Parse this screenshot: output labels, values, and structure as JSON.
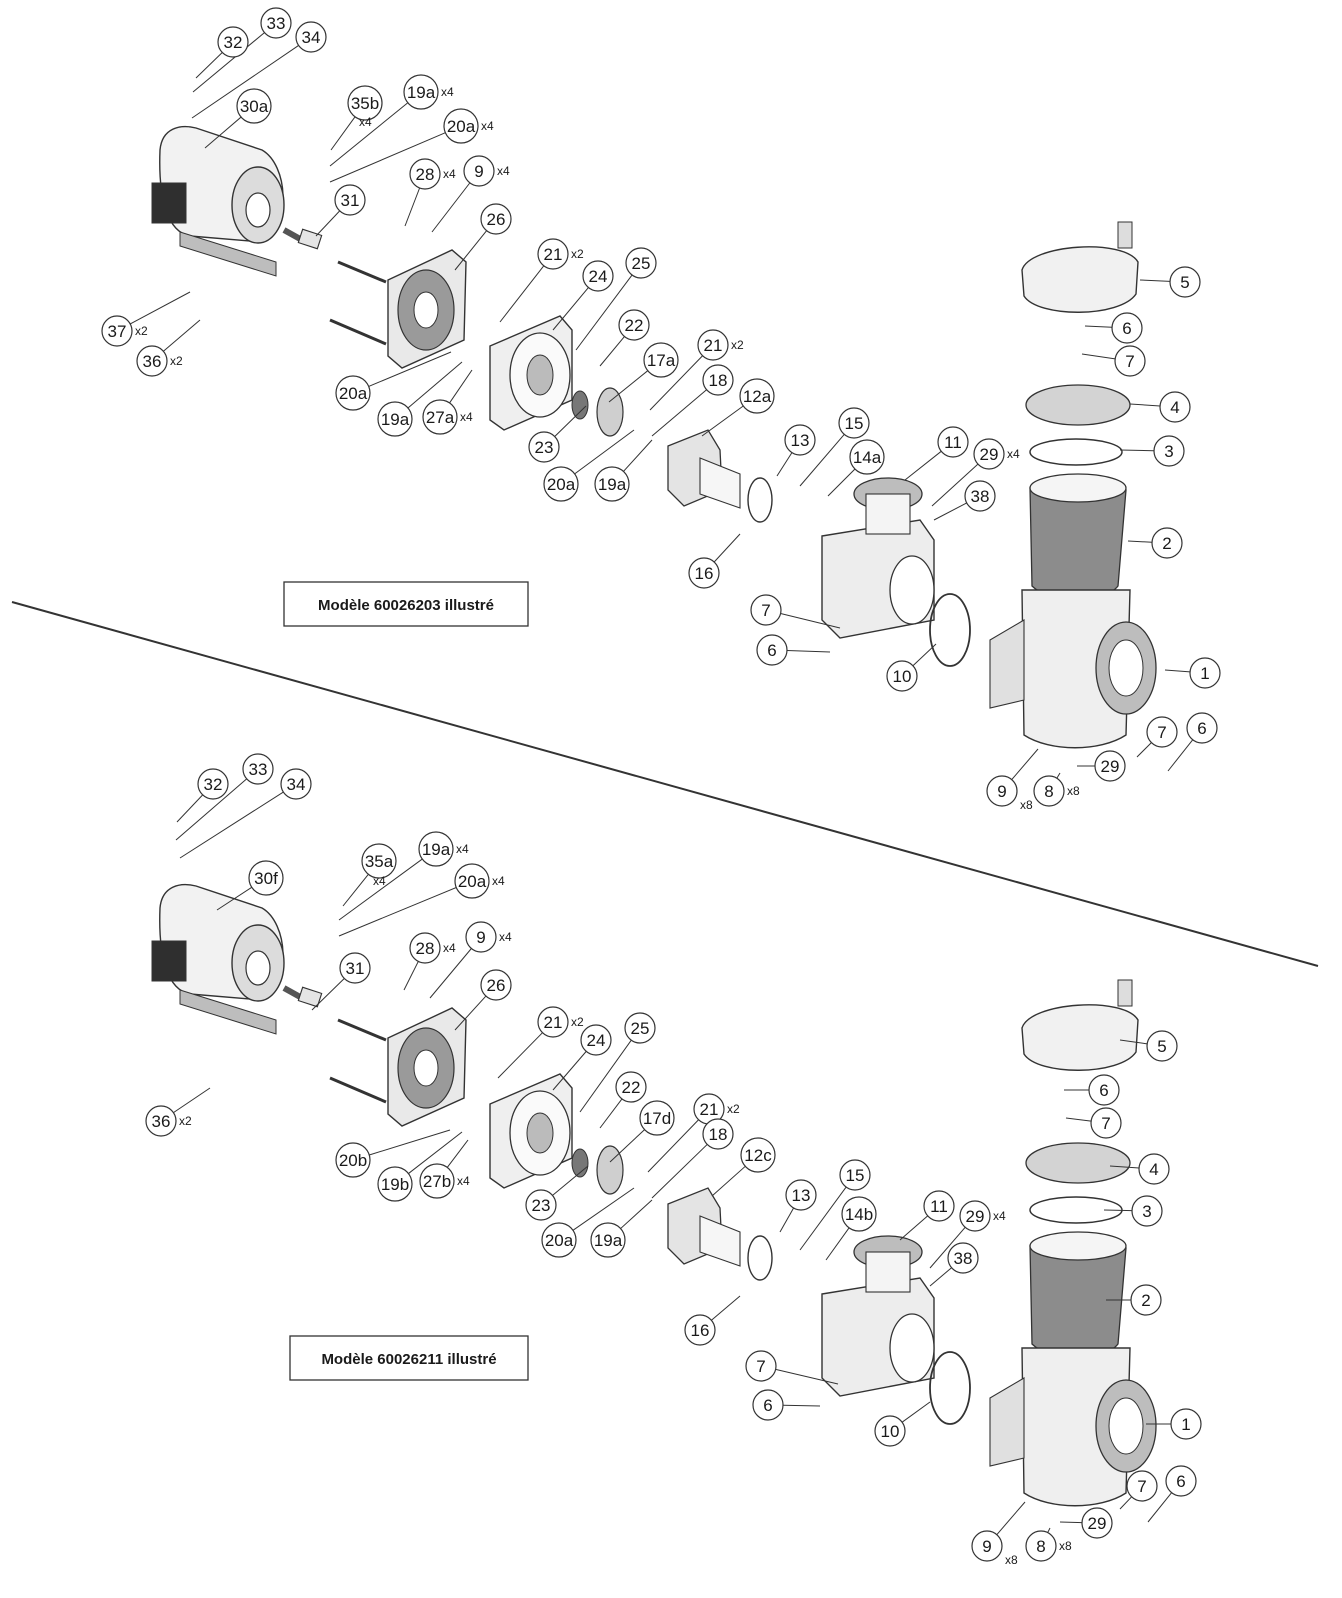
{
  "sections": [
    {
      "caption": "Modèle 60026203 illustré",
      "callouts": [
        {
          "label": "32"
        },
        {
          "label": "33"
        },
        {
          "label": "34"
        },
        {
          "label": "30a"
        },
        {
          "label": "35b",
          "mult": "x4"
        },
        {
          "label": "19a",
          "mult": "x4"
        },
        {
          "label": "20a",
          "mult": "x4"
        },
        {
          "label": "28",
          "mult": "x4"
        },
        {
          "label": "9",
          "mult": "x4"
        },
        {
          "label": "31"
        },
        {
          "label": "26"
        },
        {
          "label": "21",
          "mult": "x2"
        },
        {
          "label": "24"
        },
        {
          "label": "25"
        },
        {
          "label": "22"
        },
        {
          "label": "17a"
        },
        {
          "label": "21",
          "mult": "x2"
        },
        {
          "label": "18"
        },
        {
          "label": "12a"
        },
        {
          "label": "37",
          "mult": "x2"
        },
        {
          "label": "36",
          "mult": "x2"
        },
        {
          "label": "20a"
        },
        {
          "label": "19a"
        },
        {
          "label": "27a",
          "mult": "x4"
        },
        {
          "label": "23"
        },
        {
          "label": "20a"
        },
        {
          "label": "19a"
        },
        {
          "label": "13"
        },
        {
          "label": "15"
        },
        {
          "label": "14a"
        },
        {
          "label": "11"
        },
        {
          "label": "29",
          "mult": "x4"
        },
        {
          "label": "38"
        },
        {
          "label": "16"
        },
        {
          "label": "7"
        },
        {
          "label": "6"
        },
        {
          "label": "10"
        },
        {
          "label": "5"
        },
        {
          "label": "6"
        },
        {
          "label": "7"
        },
        {
          "label": "4"
        },
        {
          "label": "3"
        },
        {
          "label": "2"
        },
        {
          "label": "1"
        },
        {
          "label": "7"
        },
        {
          "label": "6"
        },
        {
          "label": "29"
        },
        {
          "label": "9",
          "mult": "x8"
        },
        {
          "label": "8",
          "mult": "x8"
        }
      ]
    },
    {
      "caption": "Modèle 60026211 illustré",
      "callouts": [
        {
          "label": "32"
        },
        {
          "label": "33"
        },
        {
          "label": "34"
        },
        {
          "label": "30f"
        },
        {
          "label": "35a",
          "mult": "x4"
        },
        {
          "label": "19a",
          "mult": "x4"
        },
        {
          "label": "20a",
          "mult": "x4"
        },
        {
          "label": "28",
          "mult": "x4"
        },
        {
          "label": "9",
          "mult": "x4"
        },
        {
          "label": "31"
        },
        {
          "label": "26"
        },
        {
          "label": "21",
          "mult": "x2"
        },
        {
          "label": "24"
        },
        {
          "label": "25"
        },
        {
          "label": "22"
        },
        {
          "label": "17d"
        },
        {
          "label": "21",
          "mult": "x2"
        },
        {
          "label": "18"
        },
        {
          "label": "12c"
        },
        {
          "label": "36",
          "mult": "x2"
        },
        {
          "label": "20b"
        },
        {
          "label": "19b"
        },
        {
          "label": "27b",
          "mult": "x4"
        },
        {
          "label": "23"
        },
        {
          "label": "20a"
        },
        {
          "label": "19a"
        },
        {
          "label": "13"
        },
        {
          "label": "15"
        },
        {
          "label": "14b"
        },
        {
          "label": "11"
        },
        {
          "label": "29",
          "mult": "x4"
        },
        {
          "label": "38"
        },
        {
          "label": "16"
        },
        {
          "label": "7"
        },
        {
          "label": "6"
        },
        {
          "label": "10"
        },
        {
          "label": "5"
        },
        {
          "label": "6"
        },
        {
          "label": "7"
        },
        {
          "label": "4"
        },
        {
          "label": "3"
        },
        {
          "label": "2"
        },
        {
          "label": "1"
        },
        {
          "label": "7"
        },
        {
          "label": "6"
        },
        {
          "label": "29"
        },
        {
          "label": "9",
          "mult": "x8"
        },
        {
          "label": "8",
          "mult": "x8"
        }
      ]
    }
  ]
}
